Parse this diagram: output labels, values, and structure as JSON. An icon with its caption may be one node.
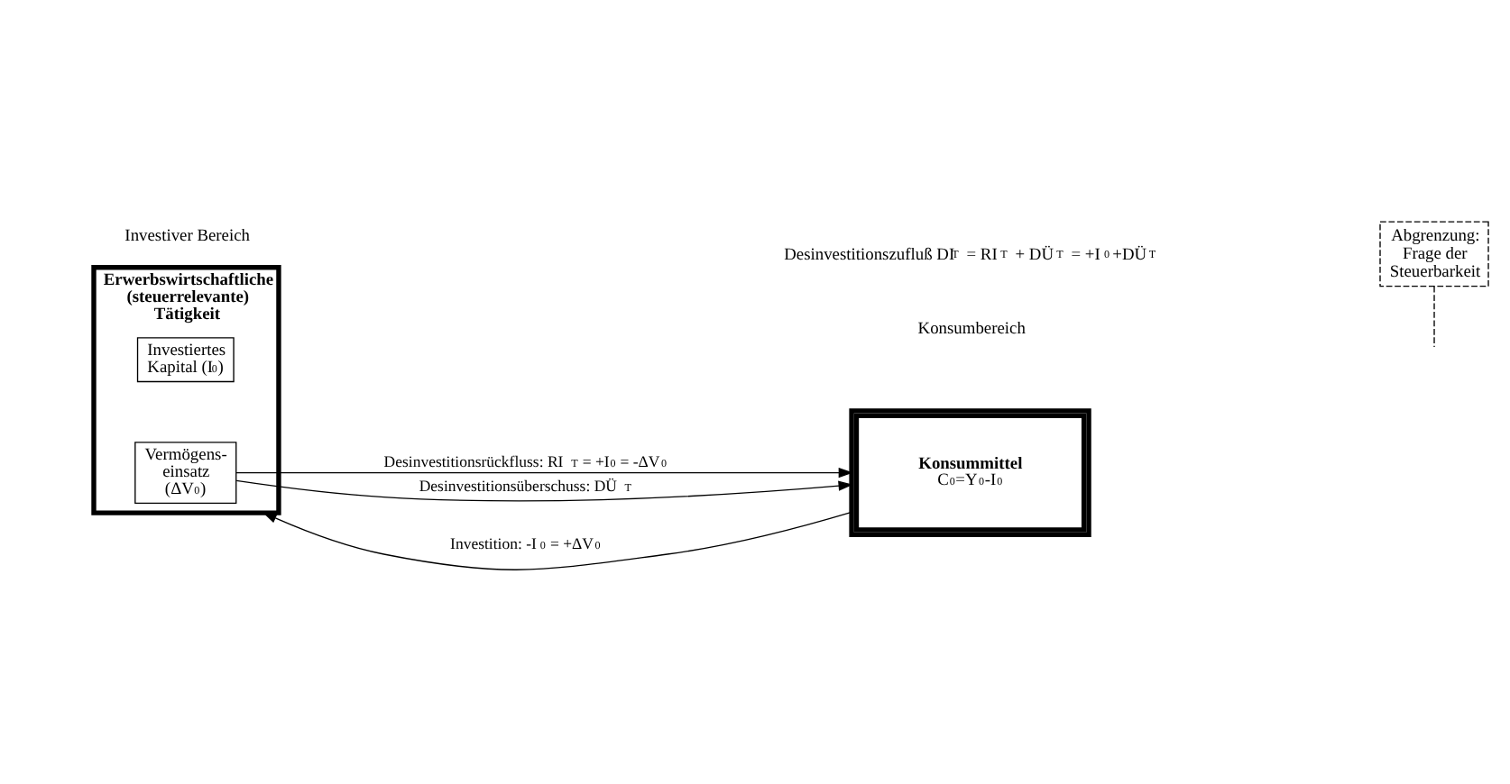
{
  "diagram": {
    "nodes": [
      {
        "text": [
          "Erwerbswirtschaftliche (steuerrelevante) Tätigkeit"
        ]
      },
      {
        "text": [
          "Vermögens- einsatz (ΔV$_{0}$)"
        ],
        "in": 0
      },
      {
        "text": [
          "Investiertes Kapital (I$_{0}$)"
        ],
        "in": 0
      },
      {
        "text": [
          "Konsummittel",
          "C$_{0}$=Y$_{0}$-I$_{0}$"
        ]
      },
      {
        "text": [
          "Abgrenzung: Frage der Steuerbarkeit"
        ]
      }
    ],
    "edges": [
      {
        "from": 3,
        "to": 0,
        "arrow": "to",
        "label": "Investition: -I$_{0}$ = +ΔV$_{0}$"
      },
      {
        "from": 1,
        "to": 3,
        "arrow": "to",
        "label": "Desinvestitionsrückfluss: RI$_{T}$ = +I$_{0}$ = -ΔV$_{0}$"
      },
      {
        "from": 1,
        "to": 3,
        "arrow": "to",
        "label": "Desinvestitionsüberschuss: DÜ$_{T}$"
      },
      {
        "from": 4,
        "to": null,
        "arrow": "none",
        "style": "dashed"
      }
    ],
    "labels": [
      "Investiver Bereich",
      "Konsumbereich",
      "Desinvestitionszufluß DI$_{T}$ = RI$_{T}$ + DÜ$_{T}$ = +I$_{0}$+DÜ$_{T}$"
    ]
  }
}
